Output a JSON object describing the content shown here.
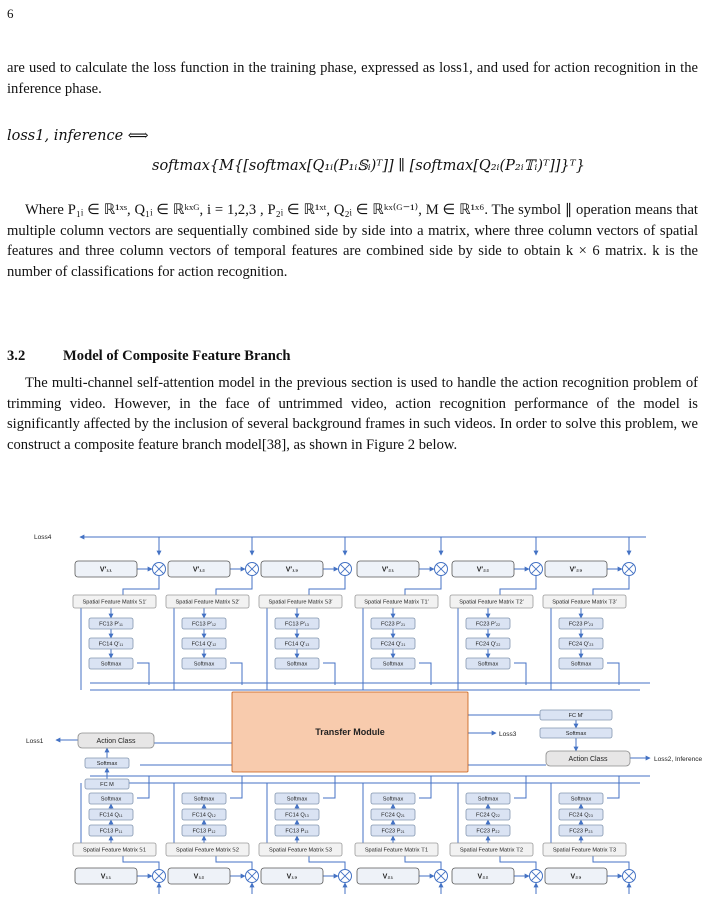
{
  "page_number": "6",
  "intro_text": "are used to calculate the loss function in the training phase, expressed as loss1, and used for action recognition in the inference phase.",
  "equation": {
    "lhs": "loss1, inference ⟺",
    "rhs": "softmax{M{[softmax[Q₁ᵢ(P₁ᵢ𝕊ᵢ)ᵀ]] ∥ [softmax[Q₂ᵢ(P₂ᵢ𝕋ᵢ)ᵀ]]}ᵀ}"
  },
  "where_text": "Where P₁ᵢ ∈ ℝ¹ˣˢ, Q₁ᵢ ∈ ℝᵏˣᴳ, i = 1,2,3 , P₂ᵢ ∈ ℝ¹ˣᵗ, Q₂ᵢ ∈ ℝᵏˣ⁽ᴳ⁻¹⁾, M ∈ ℝ¹ˣ⁶. The symbol ∥ operation means that multiple column vectors are sequentially combined side by side into a matrix, where three column vectors of spatial features and three column vectors of temporal features are combined side by side to obtain k × 6 matrix. k is the number of classifications for action recognition.",
  "section": {
    "number": "3.2",
    "title": "Model of Composite Feature Branch"
  },
  "section_text": "The multi-channel self-attention model in the previous section is used to handle the action recognition problem of trimming video. However, in the face of untrimmed video, action recognition performance of the model is significantly affected by the inclusion of several background frames in such videos. In order to solve this problem, we construct a composite feature branch model[38], as shown in Figure 2 below.",
  "figure": {
    "loss4": "Loss4",
    "loss1": "Loss1",
    "loss3": "Loss3",
    "loss2": "Loss2, Inference",
    "transfer": "Transfer Module",
    "action_left": "Action Class",
    "action_right": "Action Class",
    "top_columns": [
      {
        "v": "V′₁₁",
        "matrix": "Spatial Feature Matrix 𝕊1′",
        "fc_p": "FC13 P′₁₁",
        "fc_q": "FC14 Q′₁₁",
        "softmax": "Softmax"
      },
      {
        "v": "V′₁₂",
        "matrix": "Spatial Feature Matrix 𝕊2′",
        "fc_p": "FC13 P′₁₂",
        "fc_q": "FC14 Q′₁₂",
        "softmax": "Softmax"
      },
      {
        "v": "V′₁₃",
        "matrix": "Spatial Feature Matrix 𝕊3′",
        "fc_p": "FC13 P′₁₃",
        "fc_q": "FC14 Q′₁₃",
        "softmax": "Softmax"
      },
      {
        "v": "V′₂₁",
        "matrix": "Spatial Feature Matrix 𝕋1′",
        "fc_p": "FC23 P′₂₁",
        "fc_q": "FC24 Q′₂₁",
        "softmax": "Softmax"
      },
      {
        "v": "V′₂₂",
        "matrix": "Spatial Feature Matrix 𝕋2′",
        "fc_p": "FC23 P′₂₂",
        "fc_q": "FC24 Q′₂₂",
        "softmax": "Softmax"
      },
      {
        "v": "V′₂₃",
        "matrix": "Spatial Feature Matrix 𝕋3′",
        "fc_p": "FC23 P′₂₃",
        "fc_q": "FC24 Q′₂₃",
        "softmax": "Softmax"
      }
    ],
    "bottom_columns": [
      {
        "v": "V₁₁",
        "matrix": "Spatial Feature Matrix 𝕊1",
        "fc_p": "FC13 P₁₁",
        "fc_q": "FC14 Q₁₁",
        "softmax": "Softmax"
      },
      {
        "v": "V₁₂",
        "matrix": "Spatial Feature Matrix 𝕊2",
        "fc_p": "FC13 P₁₂",
        "fc_q": "FC14 Q₁₂",
        "softmax": "Softmax"
      },
      {
        "v": "V₁₃",
        "matrix": "Spatial Feature Matrix 𝕊3",
        "fc_p": "FC13 P₁₃",
        "fc_q": "FC14 Q₁₃",
        "softmax": "Softmax"
      },
      {
        "v": "V₂₁",
        "matrix": "Spatial Feature Matrix 𝕋1",
        "fc_p": "FC23 P₂₁",
        "fc_q": "FC24 Q₂₁",
        "softmax": "Softmax"
      },
      {
        "v": "V₂₂",
        "matrix": "Spatial Feature Matrix 𝕋2",
        "fc_p": "FC23 P₂₂",
        "fc_q": "FC24 Q₂₂",
        "softmax": "Softmax"
      },
      {
        "v": "V₂₃",
        "matrix": "Spatial Feature Matrix 𝕋3",
        "fc_p": "FC23 P₂₃",
        "fc_q": "FC24 Q₂₃",
        "softmax": "Softmax"
      }
    ],
    "left_softmax": "Softmax",
    "left_fc": "FC M",
    "right_fc": "FC M′",
    "right_softmax": "Softmax"
  }
}
